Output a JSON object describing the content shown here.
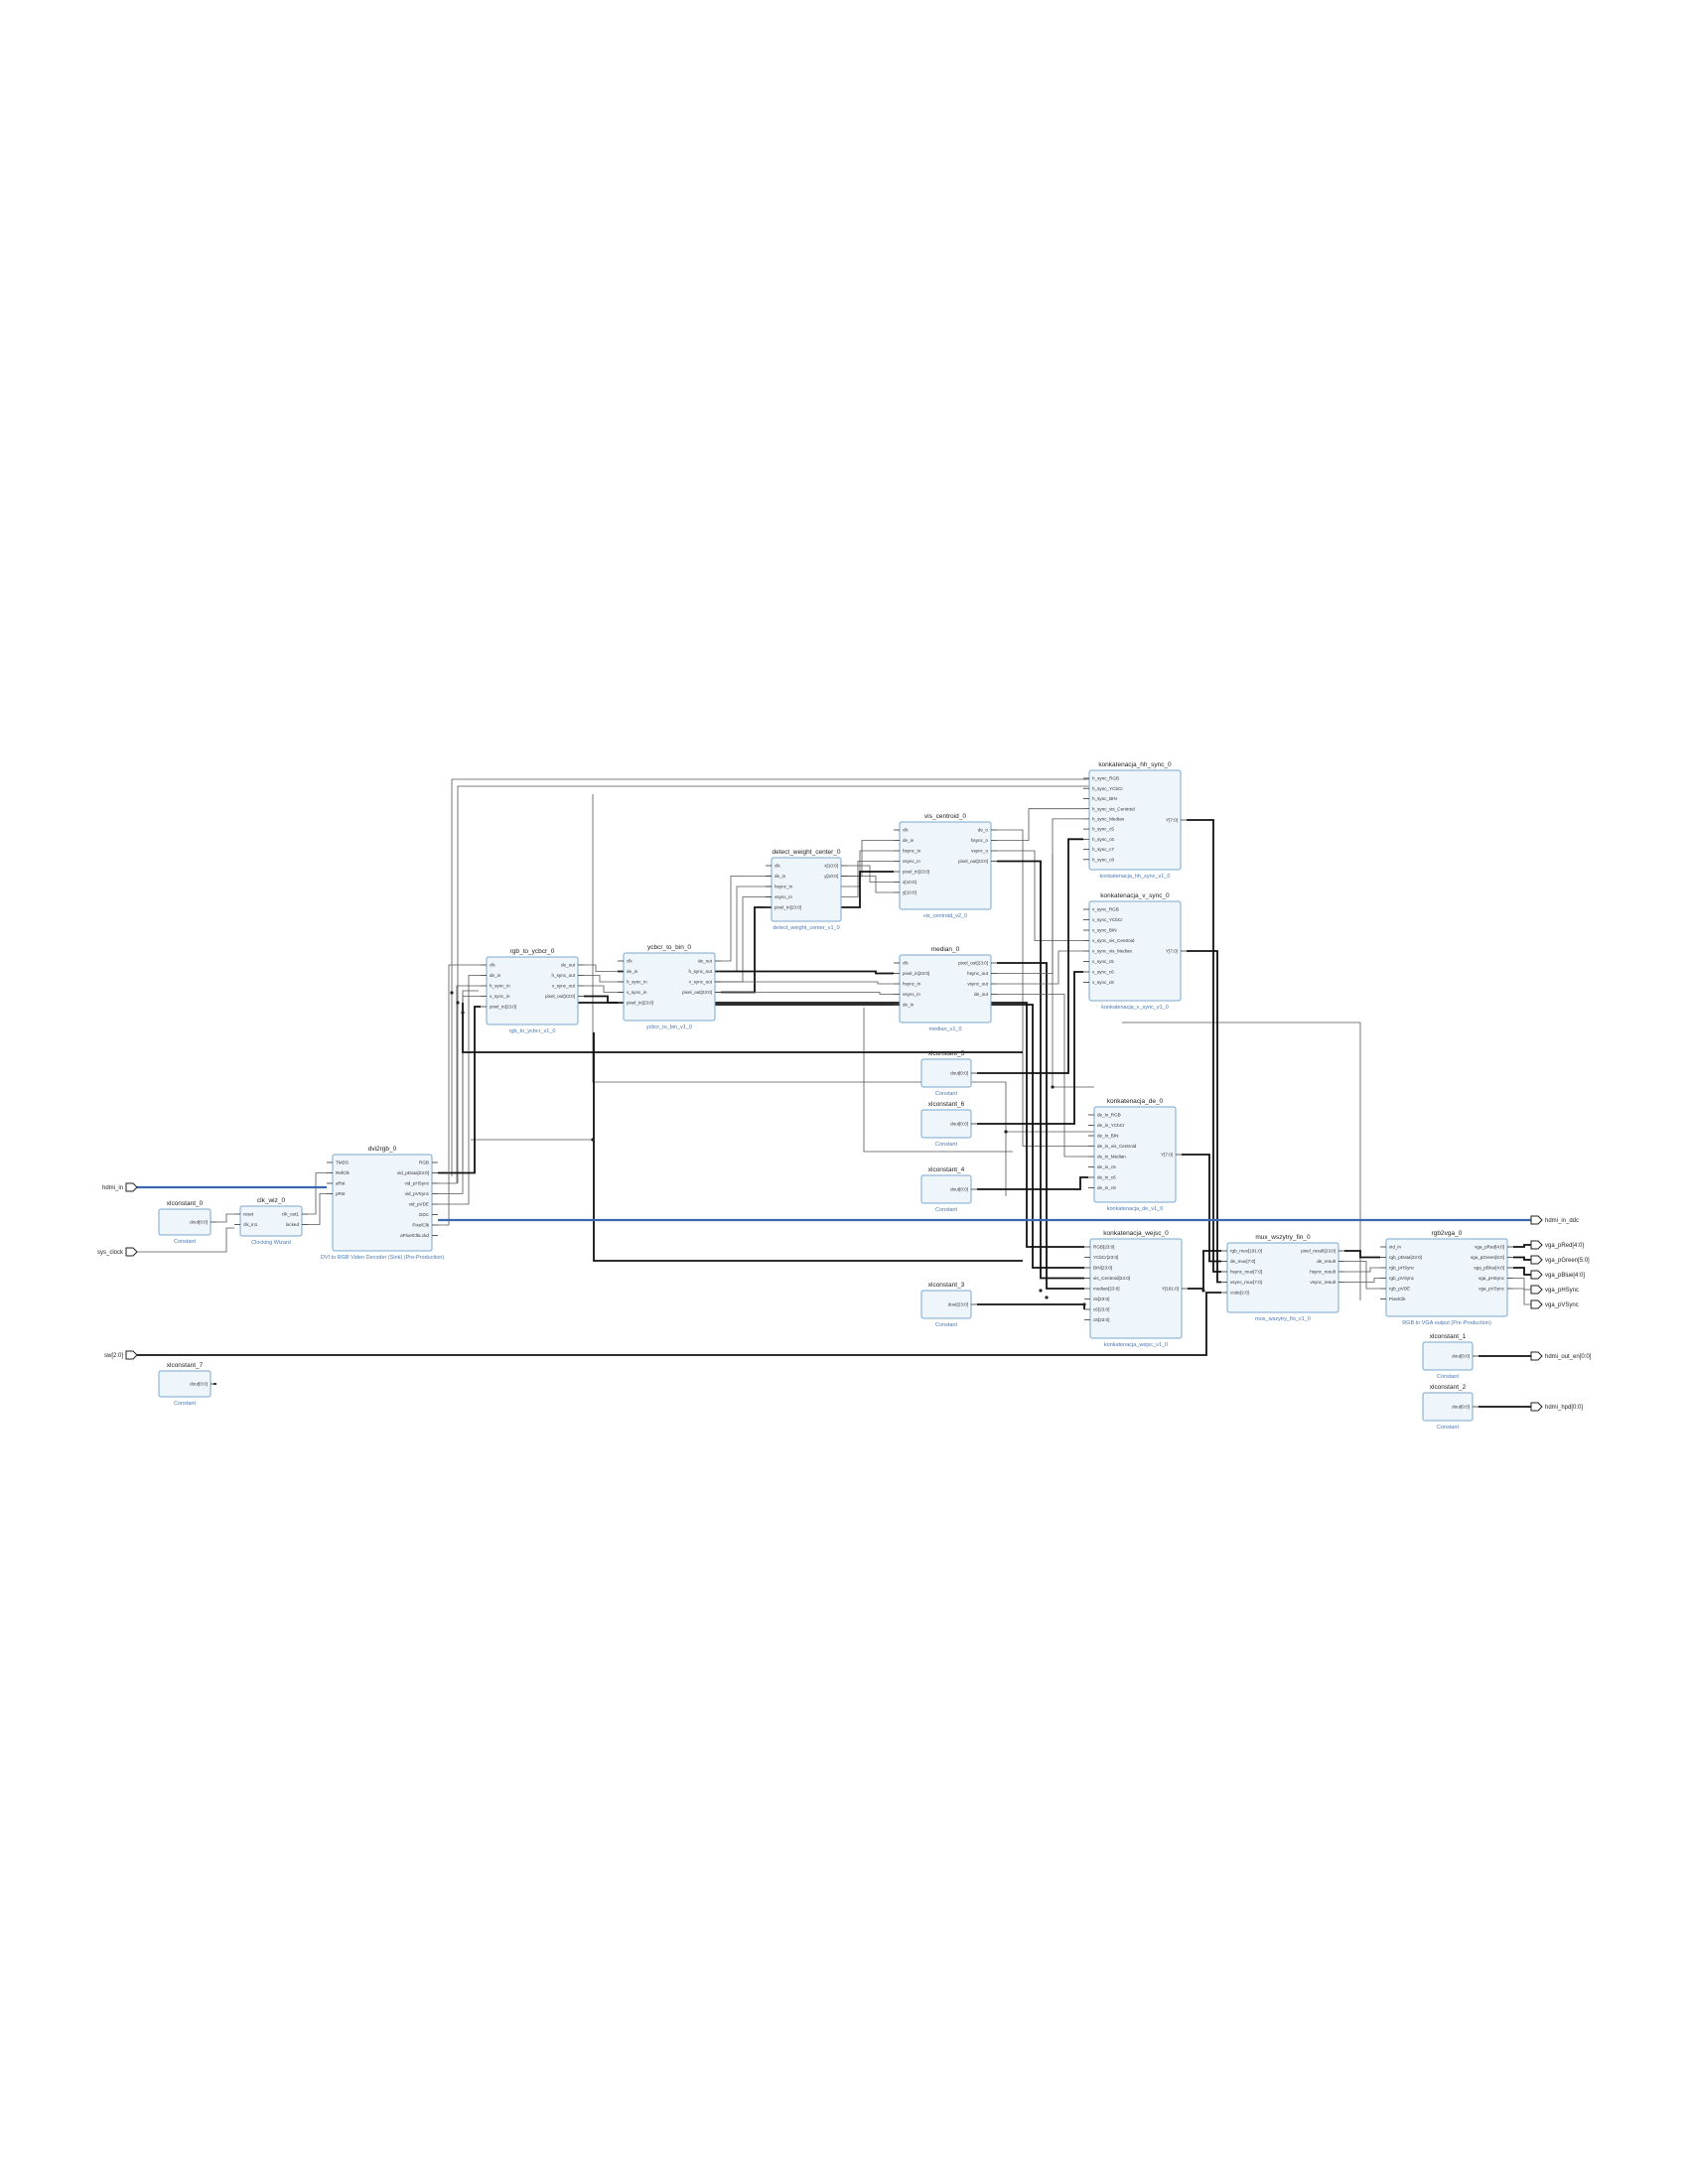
{
  "blocks": [
    {
      "id": "dvi2rgb",
      "title": "dvi2rgb_0",
      "subtitle": "DVI to RGB Video Decoder (Sink) (Pre-Production)",
      "inputs": [
        "TMDS",
        "RefClk",
        "aRst",
        "pRst"
      ],
      "outputs": [
        "RGB",
        "vid_pData[23:0]",
        "vid_pHSync",
        "vid_pVSync",
        "vid_pVDE",
        "DDC",
        "PixelClk",
        "aPixelClkLckd"
      ]
    },
    {
      "id": "xlconstant_0",
      "title": "xlconstant_0",
      "subtitle": "Constant",
      "inputs": [],
      "outputs": [
        "dout[0:0]"
      ]
    },
    {
      "id": "clk_wiz",
      "title": "clk_wiz_0",
      "subtitle": "Clocking Wizard",
      "inputs": [
        "reset",
        "clk_in1"
      ],
      "outputs": [
        "clk_out1",
        "locked"
      ]
    },
    {
      "id": "xlconstant_7",
      "title": "xlconstant_7",
      "subtitle": "Constant",
      "inputs": [],
      "outputs": [
        "dout[0:0]"
      ]
    },
    {
      "id": "rgb_to_ycbcr",
      "title": "rgb_to_ycbcr_0",
      "subtitle": "rgb_to_ycbcr_v1_0",
      "inputs": [
        "clk",
        "de_in",
        "h_sync_in",
        "v_sync_in",
        "pixel_in[23:0]"
      ],
      "outputs": [
        "de_out",
        "h_sync_out",
        "v_sync_out",
        "pixel_out[23:0]"
      ]
    },
    {
      "id": "ycbcr_to_bin",
      "title": "ycbcr_to_bin_0",
      "subtitle": "ycbcr_to_bin_v1_0",
      "inputs": [
        "clk",
        "de_in",
        "h_sync_in",
        "v_sync_in",
        "pixel_in[23:0]"
      ],
      "outputs": [
        "de_out",
        "h_sync_out",
        "v_sync_out",
        "pixel_out[23:0]"
      ]
    },
    {
      "id": "detect",
      "title": "detect_weight_center_0",
      "subtitle": "detect_weight_center_v1_0",
      "inputs": [
        "clk",
        "de_in",
        "hsync_in",
        "vsync_in",
        "pixel_in[23:0]"
      ],
      "outputs": [
        "x[10:0]",
        "y[10:0]"
      ]
    },
    {
      "id": "vis",
      "title": "vis_centroid_0",
      "subtitle": "vis_centroid_v2_0",
      "inputs": [
        "clk",
        "de_in",
        "hsync_in",
        "vsync_in",
        "pixel_in[23:0]",
        "x[10:0]",
        "y[10:0]"
      ],
      "outputs": [
        "de_o",
        "hsync_o",
        "vsync_o",
        "pixel_out[23:0]"
      ]
    },
    {
      "id": "median",
      "title": "median_0",
      "subtitle": "median_v1_0",
      "inputs": [
        "clk",
        "pixel_in[23:0]",
        "hsync_in",
        "vsync_in",
        "de_in"
      ],
      "outputs": [
        "pixel_out[23:0]",
        "hsync_out",
        "vsync_out",
        "de_out"
      ]
    },
    {
      "id": "xlconstant_5",
      "title": "xlconstant_5",
      "subtitle": "Constant",
      "inputs": [],
      "outputs": [
        "dout[0:0]"
      ]
    },
    {
      "id": "xlconstant_6",
      "title": "xlconstant_6",
      "subtitle": "Constant",
      "inputs": [],
      "outputs": [
        "dout[0:0]"
      ]
    },
    {
      "id": "xlconstant_4",
      "title": "xlconstant_4",
      "subtitle": "Constant",
      "inputs": [],
      "outputs": [
        "dout[0:0]"
      ]
    },
    {
      "id": "xlconstant_3",
      "title": "xlconstant_3",
      "subtitle": "Constant",
      "inputs": [],
      "outputs": [
        "dout[23:0]"
      ]
    },
    {
      "id": "konk_hsync",
      "title": "konkatenacja_hh_sync_0",
      "subtitle": "konkatenacja_hh_sync_v1_0",
      "inputs": [
        "h_sync_RGB",
        "h_sync_YCbCr",
        "h_sync_BIN",
        "h_sync_vis_Centroid",
        "h_sync_Median",
        "h_sync_c5",
        "h_sync_c6",
        "h_sync_c7",
        "h_sync_c8"
      ],
      "outputs": [
        "Y[7:0]"
      ]
    },
    {
      "id": "konk_vsync",
      "title": "konkatenacja_v_sync_0",
      "subtitle": "konkatenacja_v_sync_v1_0",
      "inputs": [
        "v_sync_RGB",
        "v_sync_YCbCr",
        "v_sync_BIN",
        "v_sync_vis_Centroid",
        "v_sync_vis_Median",
        "v_sync_c5",
        "v_sync_c6",
        "v_sync_c8"
      ],
      "outputs": [
        "Y[7:0]"
      ]
    },
    {
      "id": "konk_de",
      "title": "konkatenacja_de_0",
      "subtitle": "konkatenacja_de_v1_0",
      "inputs": [
        "de_in_RGB",
        "de_in_YCbCr",
        "de_in_BIN",
        "de_in_vis_Centroid",
        "de_in_Median",
        "de_in_c5",
        "de_in_c6",
        "de_in_c8"
      ],
      "outputs": [
        "Y[7:0]"
      ]
    },
    {
      "id": "konk_wejsc",
      "title": "konkatenacja_wejsc_0",
      "subtitle": "konkatenacja_wejsc_v1_0",
      "inputs": [
        "RGB[23:0]",
        "YCbCr[23:0]",
        "BIN[23:0]",
        "vis_Centroid[23:0]",
        "median[23:0]",
        "c5[23:0]",
        "c6[23:0]",
        "c8[23:0]"
      ],
      "outputs": [
        "Y[191:0]"
      ]
    },
    {
      "id": "mux",
      "title": "mux_wszytry_fin_0",
      "subtitle": "mux_wszytry_fin_v1_0",
      "inputs": [
        "rgb_mux[191:0]",
        "de_mux[7:0]",
        "hsync_mux[7:0]",
        "vsync_mux[7:0]",
        "code[2:0]"
      ],
      "outputs": [
        "pixel_result[23:0]",
        "de_result",
        "hsync_result",
        "vsync_result"
      ]
    },
    {
      "id": "rgb2vga",
      "title": "rgb2vga_0",
      "subtitle": "RGB to VGA output (Pre-Production)",
      "inputs": [
        "vid_in",
        "rgb_pData[23:0]",
        "rgb_pHSync",
        "rgb_pVSync",
        "rgb_pVDE",
        "PixelClk"
      ],
      "outputs": [
        "vga_pRed[4:0]",
        "vga_pGreen[5:0]",
        "vga_pBlue[4:0]",
        "vga_pHSync",
        "vga_pVSync"
      ]
    },
    {
      "id": "xlconstant_1",
      "title": "xlconstant_1",
      "subtitle": "Constant",
      "inputs": [],
      "outputs": [
        "dout[0:0]"
      ]
    },
    {
      "id": "xlconstant_2",
      "title": "xlconstant_2",
      "subtitle": "Constant",
      "inputs": [],
      "outputs": [
        "dout[0:0]"
      ]
    }
  ],
  "ports": {
    "hdmi_in": "hdmi_in",
    "sys_clock": "sys_clock",
    "sw": "sw[2:0]",
    "hdmi_in_ddc": "hdmi_in_ddc",
    "vga_red": "vga_pRed[4:0]",
    "vga_green": "vga_pGreen[5:0]",
    "vga_blue": "vga_pBlue[4:0]",
    "vga_hsync": "vga_pHSync",
    "vga_vsync": "vga_pVSync",
    "hdmi_out_en": "hdmi_out_en[0:0]",
    "hdmi_hpd": "hdmi_hpd[0:0]"
  },
  "colors": {
    "block_fill": "#eef5fb",
    "block_border": "#7aa7cf",
    "interface_wire": "#3b68b0",
    "bus_wire": "#111111"
  }
}
